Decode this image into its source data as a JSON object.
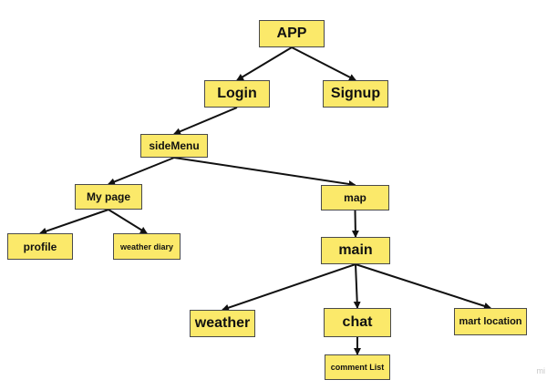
{
  "colors": {
    "node_fill": "#fbe96a",
    "node_border": "#4a4a4a",
    "edge": "#111111",
    "text": "#111111",
    "background": "#ffffff"
  },
  "nodes": {
    "app": "APP",
    "login": "Login",
    "signup": "Signup",
    "sidemenu": "sideMenu",
    "mypage": "My page",
    "map": "map",
    "profile": "profile",
    "weather_diary": "weather diary",
    "main": "main",
    "weather": "weather",
    "chat": "chat",
    "mart_location": "mart location",
    "comment_list": "comment List"
  },
  "edges": [
    [
      "app",
      "login"
    ],
    [
      "app",
      "signup"
    ],
    [
      "login",
      "sidemenu"
    ],
    [
      "sidemenu",
      "mypage"
    ],
    [
      "sidemenu",
      "map"
    ],
    [
      "mypage",
      "profile"
    ],
    [
      "mypage",
      "weather_diary"
    ],
    [
      "map",
      "main"
    ],
    [
      "main",
      "weather"
    ],
    [
      "main",
      "chat"
    ],
    [
      "main",
      "mart_location"
    ],
    [
      "chat",
      "comment_list"
    ]
  ],
  "watermark": "mi"
}
